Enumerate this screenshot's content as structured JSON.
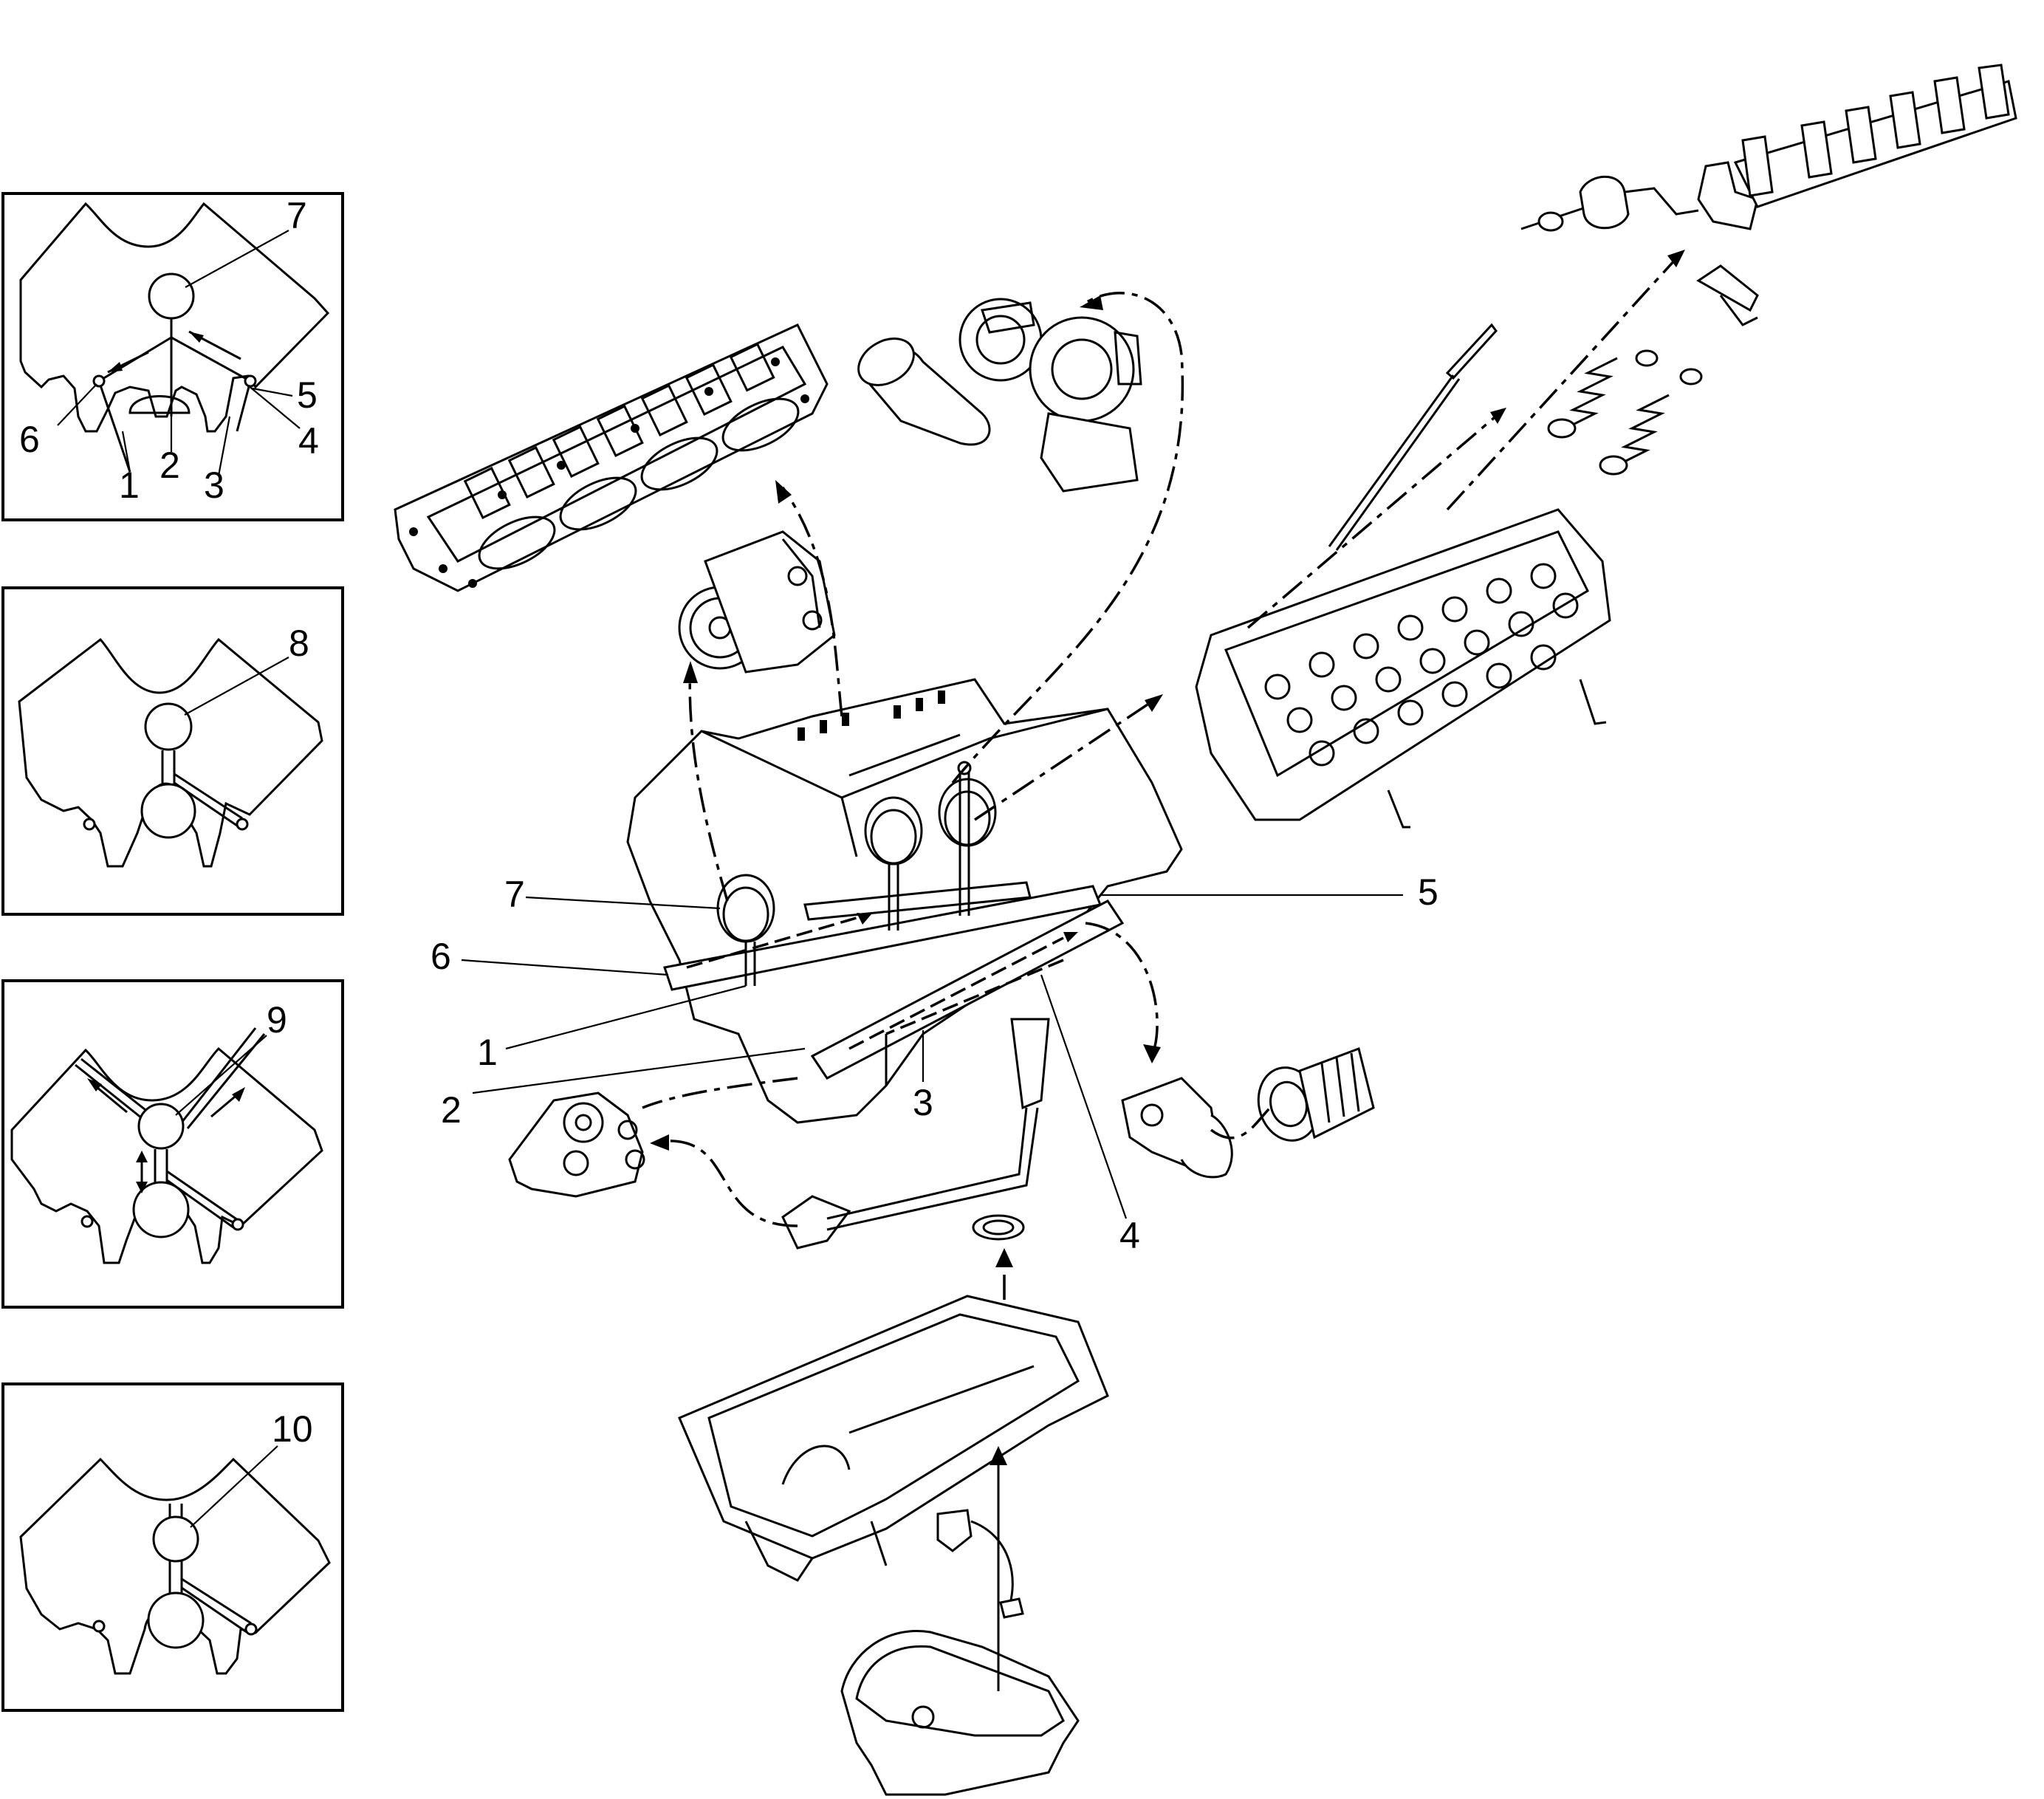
{
  "insets": [
    {
      "labels": [
        "7",
        "5",
        "6",
        "4",
        "2",
        "1",
        "3"
      ]
    },
    {
      "labels": [
        "8"
      ]
    },
    {
      "labels": [
        "9"
      ]
    },
    {
      "labels": [
        "10"
      ]
    }
  ],
  "callouts": [
    "7",
    "6",
    "1",
    "2",
    "3",
    "4",
    "5"
  ]
}
